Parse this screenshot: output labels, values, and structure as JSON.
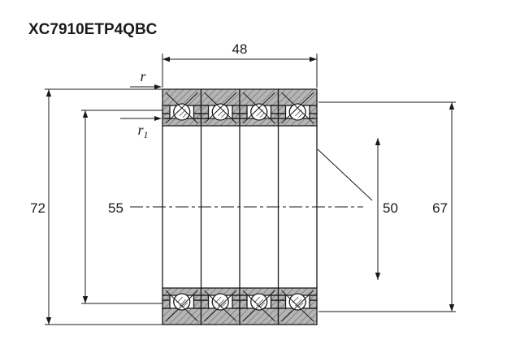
{
  "title": "XC7910ETP4QBC",
  "dimensions": {
    "width": "48",
    "outer_diameter": "72",
    "inner_shoulder_diameter": "55",
    "bore_diameter": "50",
    "outer_shoulder_diameter": "67"
  },
  "labels": {
    "outer_fillet": "r",
    "inner_fillet_base": "r",
    "inner_fillet_sub": "1"
  },
  "colors": {
    "line": "#1a1a1a",
    "ring_fill": "#b5b5b5",
    "hatch_line": "#6f6f6f",
    "background": "#ffffff"
  }
}
